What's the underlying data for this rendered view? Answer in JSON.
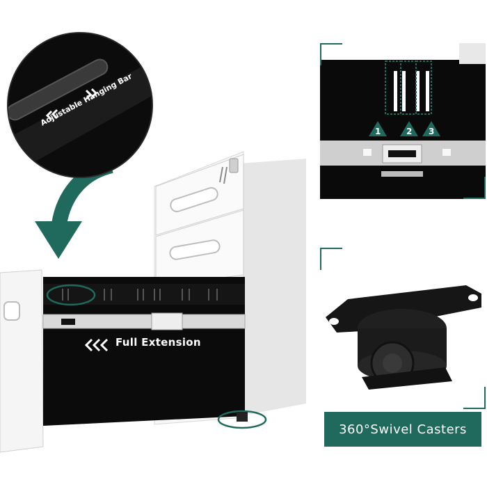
{
  "callouts": {
    "hanging_bar": "Adjustable Hanging Bar",
    "full_extension": "Full Extension",
    "casters": "360°Swivel Casters"
  },
  "slot_numbers": [
    "1",
    "2",
    "3"
  ],
  "colors": {
    "accent": "#1f6a5c",
    "cabinet": "#f4f4f4",
    "drawer_interior": "#0b0b0b"
  },
  "icons": {
    "arrow": "curved-arrow-icon",
    "chevrons": "double-chevron-icon"
  }
}
